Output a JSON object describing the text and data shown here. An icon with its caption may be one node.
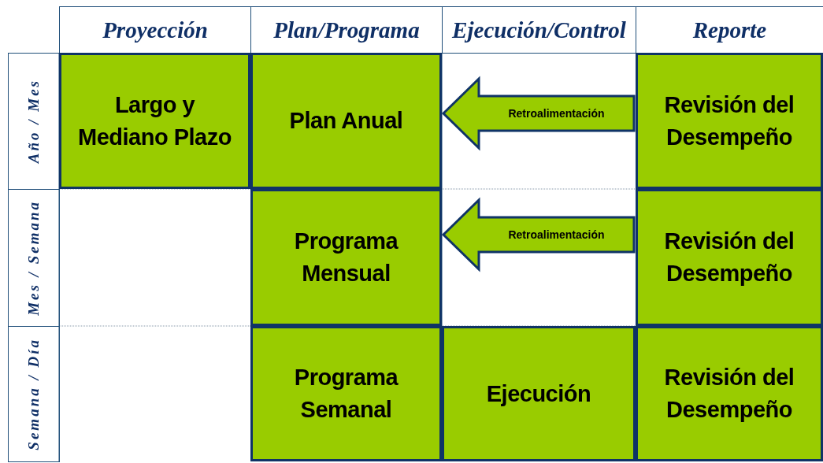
{
  "diagram": {
    "nodes": [
      {
        "text": [
          "Largo y Mediano Plazo"
        ]
      },
      {
        "text": [
          "Plan Anual"
        ]
      },
      {
        "text": [
          "Revisión del Desempeño"
        ]
      },
      {
        "text": [
          "Programa Mensual"
        ]
      },
      {
        "text": [
          "Revisión del Desempeño"
        ]
      },
      {
        "text": [
          "Programa Semanal"
        ]
      },
      {
        "text": [
          "Ejecución"
        ]
      },
      {
        "text": [
          "Revisión del Desempeño"
        ]
      }
    ],
    "edges": [
      {
        "from": 2,
        "to": 1,
        "label": "Retroalimentación",
        "arrow": "to"
      },
      {
        "from": 4,
        "to": 3,
        "label": "Retroalimentación",
        "arrow": "to"
      }
    ],
    "labels": [
      "Proyección",
      "Plan/Programa",
      "Ejecución/Control",
      "Reporte",
      "Año / Mes",
      "Mes / Semana",
      "Semana / Día"
    ]
  }
}
